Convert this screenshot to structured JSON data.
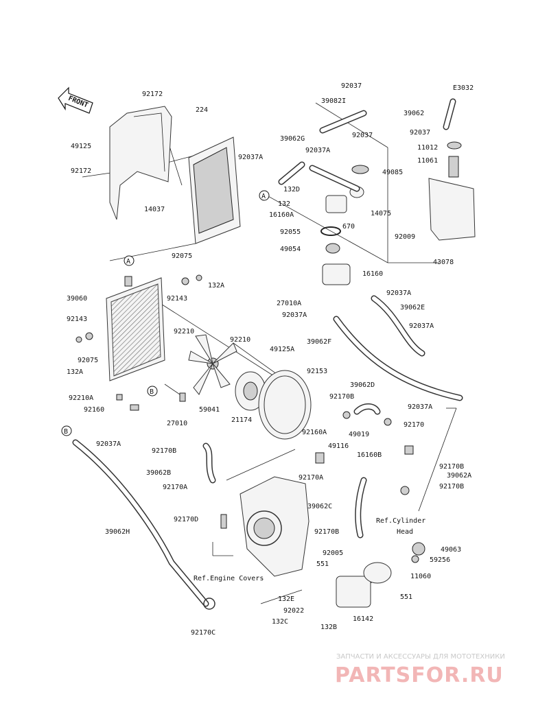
{
  "diagram": {
    "code": "E3032",
    "front_label": "FRONT",
    "callouts": [
      "A",
      "B",
      "A",
      "B"
    ],
    "ref_labels": {
      "cylinder_head_1": "Ref.Cylinder",
      "cylinder_head_2": "Head",
      "engine_covers": "Ref.Engine Covers"
    },
    "parts": [
      "92172",
      "224",
      "49125",
      "92172",
      "14037",
      "92037",
      "39082I",
      "39062G",
      "92037",
      "92037A",
      "92037A",
      "132D",
      "132",
      "16160A",
      "670",
      "14075",
      "49085",
      "92055",
      "49054",
      "16160",
      "39062",
      "92037",
      "11012",
      "11061",
      "92009",
      "43078",
      "92075",
      "132A",
      "92143",
      "39060",
      "92143",
      "92075",
      "132A",
      "92037A",
      "39062E",
      "27010A",
      "92037A",
      "92037A",
      "39062F",
      "92210",
      "92210",
      "49125A",
      "92153",
      "59041",
      "21174",
      "92210A",
      "92160",
      "27010",
      "39062D",
      "92170B",
      "92170",
      "92037A",
      "92160A",
      "49019",
      "16160B",
      "49116",
      "92037A",
      "92170B",
      "39062B",
      "92170A",
      "92170A",
      "39062C",
      "92170B",
      "39062A",
      "92170B",
      "92170D",
      "39062H",
      "92170B",
      "92005",
      "49063",
      "59256",
      "551",
      "11060",
      "551",
      "132E",
      "92022",
      "132C",
      "132B",
      "16142",
      "92170C"
    ]
  },
  "watermark": {
    "line1": "ЗАПЧАСТИ И АКСЕССУАРЫ ДЛЯ МОТОТЕХНИКИ",
    "line2": "PARTSFOR.RU"
  }
}
